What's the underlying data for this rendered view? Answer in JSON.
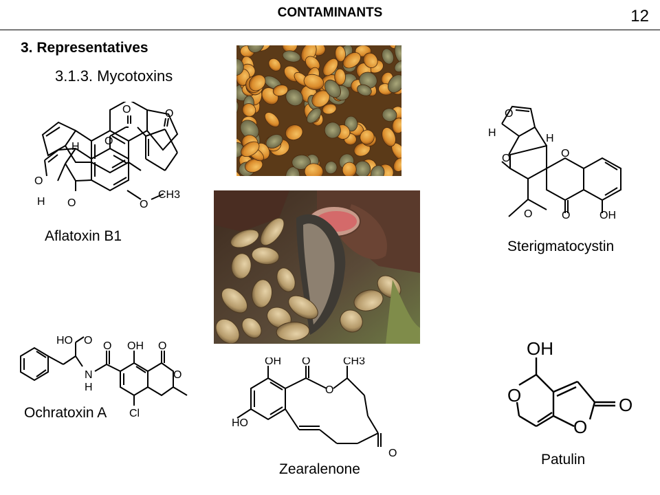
{
  "header": {
    "title": "CONTAMINANTS",
    "page_number": "12"
  },
  "section": {
    "title": "3. Representatives",
    "subtitle": "3.1.3. Mycotoxins"
  },
  "compounds": {
    "aflatoxin": {
      "name": "Aflatoxin B1",
      "atoms": [
        "O",
        "O",
        "O",
        "H",
        "O",
        "H",
        "O",
        "O",
        "CH3"
      ]
    },
    "sterigmatocystin": {
      "name": "Sterigmatocystin",
      "atoms": [
        "O",
        "H",
        "H",
        "O",
        "O",
        "O",
        "O",
        "OH"
      ]
    },
    "ochratoxin": {
      "name": "Ochratoxin A",
      "atoms": [
        "HO",
        "O",
        "N",
        "H",
        "OH",
        "O",
        "O",
        "O",
        "Cl"
      ]
    },
    "zearalenone": {
      "name": "Zearalenone",
      "atoms": [
        "OH",
        "O",
        "CH3",
        "O",
        "HO",
        "O"
      ]
    },
    "patulin": {
      "name": "Patulin",
      "atoms": [
        "OH",
        "O",
        "O",
        "O"
      ]
    }
  }
}
